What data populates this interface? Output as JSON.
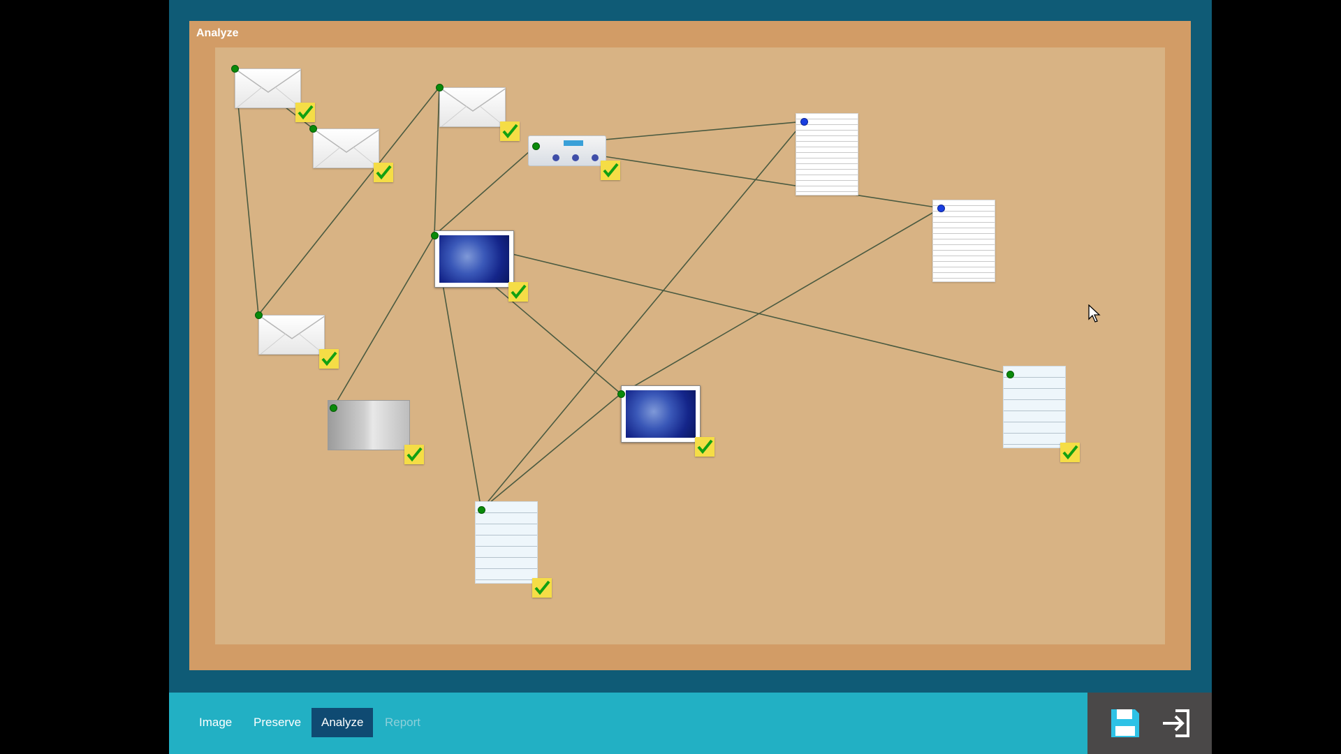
{
  "panel": {
    "title": "Analyze"
  },
  "nav": {
    "tabs": [
      {
        "label": "Image"
      },
      {
        "label": "Preserve"
      },
      {
        "label": "Analyze",
        "active": true
      },
      {
        "label": "Report",
        "disabled": true
      }
    ]
  },
  "actions": {
    "save_icon": "save-icon",
    "exit_icon": "exit-arrow-icon"
  },
  "colors": {
    "background": "#000000",
    "app": "#0f5b76",
    "panel": "#d29c66",
    "board": "#d8b384",
    "nav_bar": "#22b0c4",
    "active_tab": "#0f4a72",
    "check_badge": "#f5dd46",
    "check_mark": "#12a012",
    "link_line": "#4a5a40",
    "node_green": "#0a8a0a",
    "node_blue": "#1a3fe0"
  }
}
